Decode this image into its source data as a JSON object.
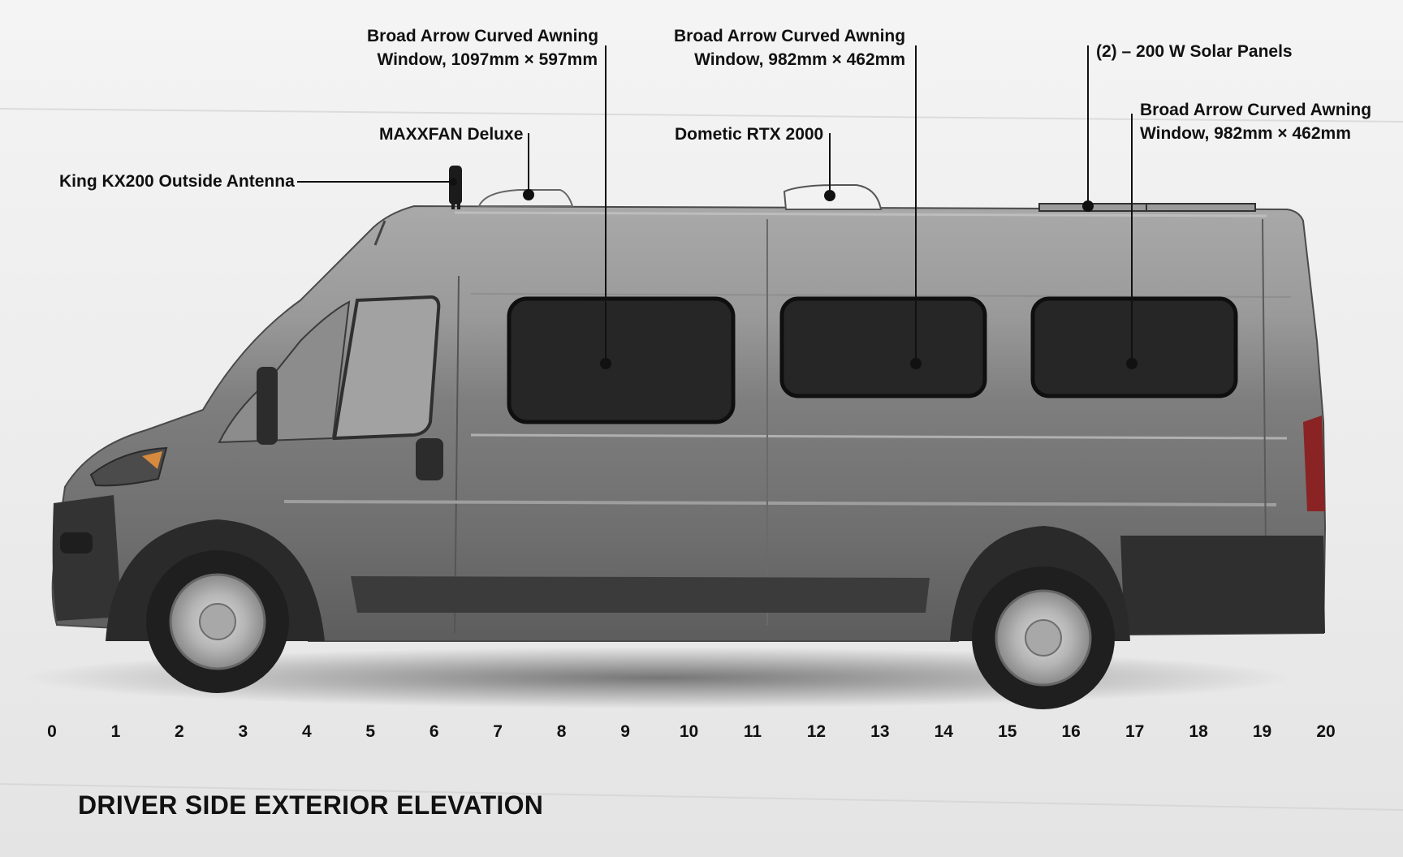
{
  "callouts": {
    "antenna": "King KX200 Outside Antenna",
    "fan": "MAXXFAN Deluxe",
    "window1_line1": "Broad Arrow Curved Awning",
    "window1_line2": "Window, 1097mm × 597mm",
    "ac": "Dometic RTX 2000",
    "window2_line1": "Broad Arrow Curved Awning",
    "window2_line2": "Window, 982mm × 462mm",
    "solar": "(2) – 200 W Solar Panels",
    "window3_line1": "Broad Arrow Curved Awning",
    "window3_line2": "Window, 982mm × 462mm"
  },
  "ruler": [
    "0",
    "1",
    "2",
    "3",
    "4",
    "5",
    "6",
    "7",
    "8",
    "9",
    "10",
    "11",
    "12",
    "13",
    "14",
    "15",
    "16",
    "17",
    "18",
    "19",
    "20"
  ],
  "title": "DRIVER SIDE EXTERIOR ELEVATION",
  "colors": {
    "body": "#7d7d7d",
    "body_dark": "#4e4e4e",
    "window": "#262626",
    "bumper": "#2f2f2f",
    "leader": "#111111"
  }
}
